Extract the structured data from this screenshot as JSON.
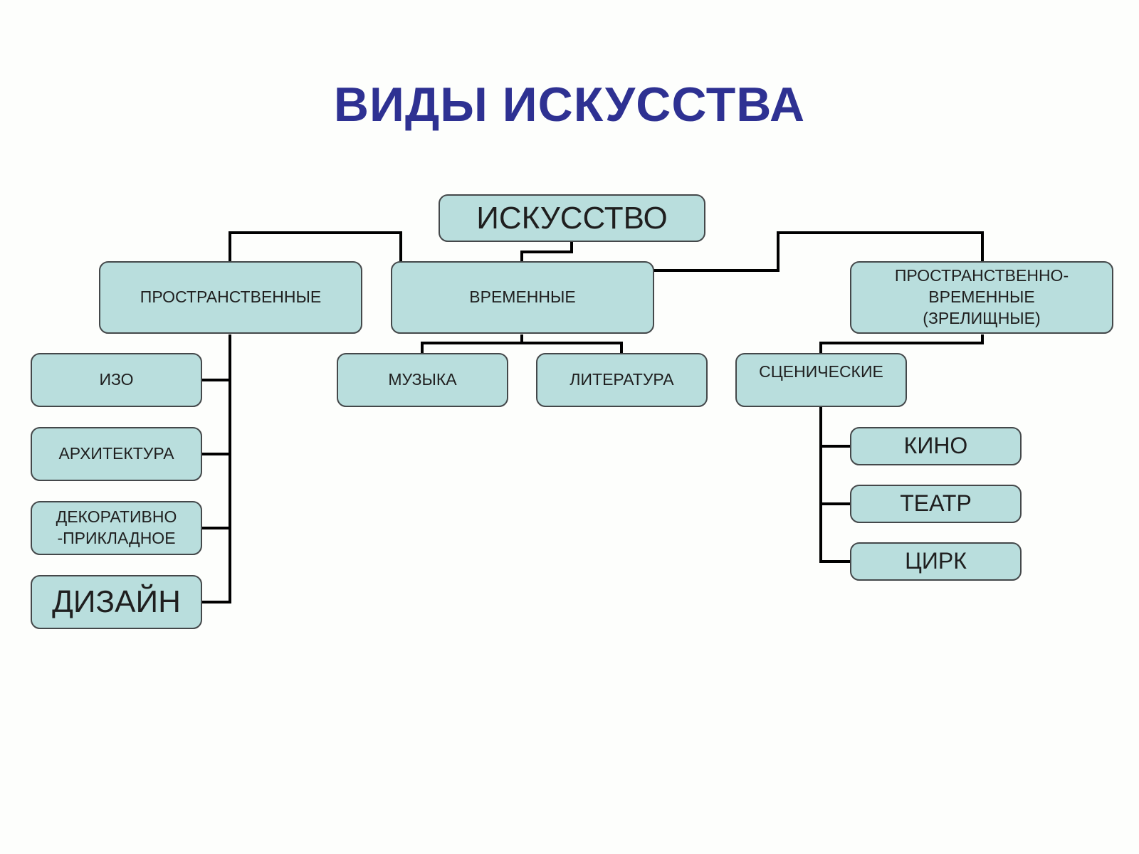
{
  "title": "ВИДЫ ИСКУССТВА",
  "nodes": {
    "root": "ИСКУССТВО",
    "spatial": "ПРОСТРАНСТВЕННЫЕ",
    "temporal": "ВРЕМЕННЫЕ",
    "spatiotemporal": "ПРОСТРАНСТВЕННО-\nВРЕМЕННЫЕ\n(ЗРЕЛИЩНЫЕ)",
    "izo": "ИЗО",
    "architecture": "АРХИТЕКТУРА",
    "decorative": "ДЕКОРАТИВНО\n-ПРИКЛАДНОЕ",
    "design": "ДИЗАЙН",
    "music": "МУЗЫКА",
    "literature": "ЛИТЕРАТУРА",
    "stage": "СЦЕНИЧЕСКИЕ",
    "cinema": "КИНО",
    "theatre": "ТЕАТР",
    "circus": "ЦИРК"
  },
  "colors": {
    "title": "#2e3192",
    "box_fill": "#b9dedd",
    "box_border": "#44484a",
    "connector": "#000000"
  }
}
